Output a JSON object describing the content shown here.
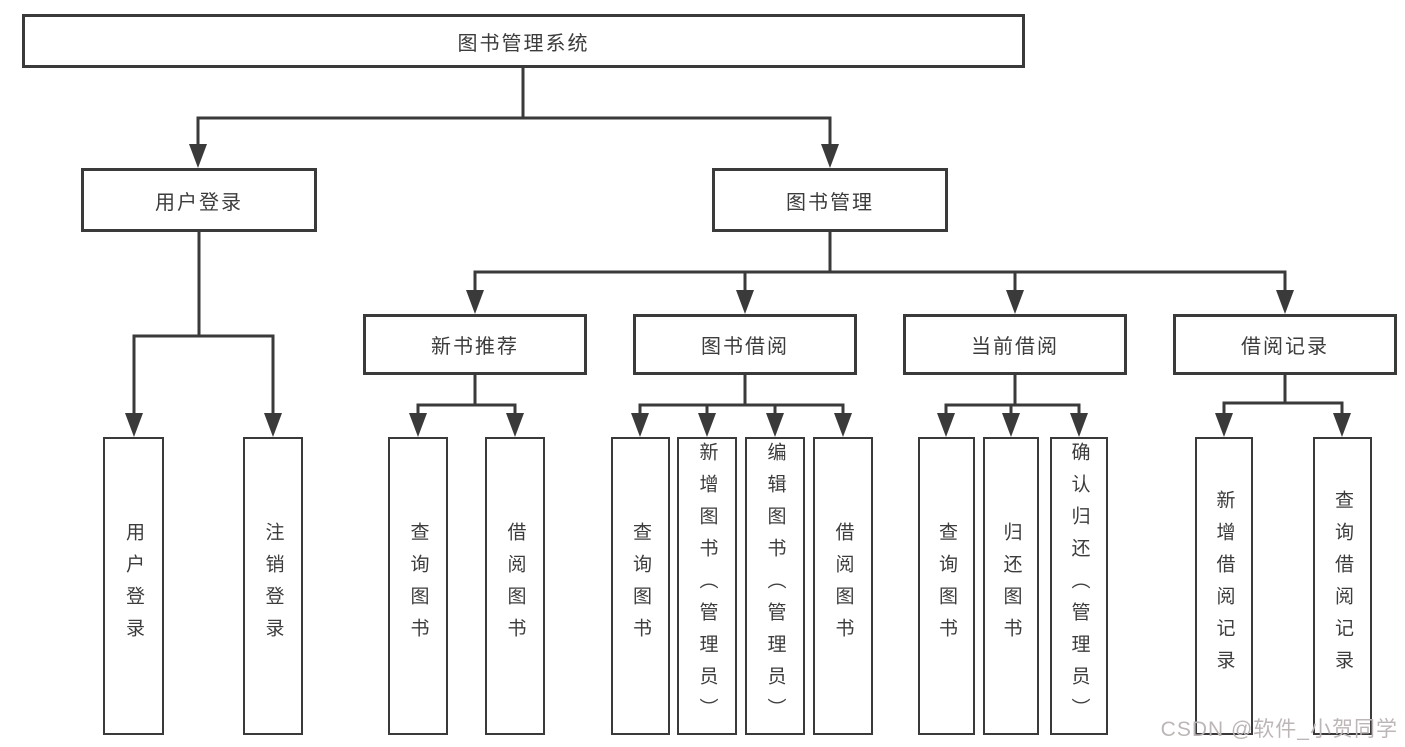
{
  "title": "图书管理系统",
  "level2": {
    "user_login": "用户登录",
    "book_management": "图书管理"
  },
  "level3": {
    "new_books": "新书推荐",
    "book_borrow": "图书借阅",
    "current_borrow": "当前借阅",
    "borrow_records": "借阅记录"
  },
  "leaves": {
    "user_login": [
      "用户登录",
      "注销登录"
    ],
    "new_books": [
      "查询图书",
      "借阅图书"
    ],
    "book_borrow": [
      "查询图书",
      "新增图书（管理员）",
      "编辑图书（管理员）",
      "借阅图书"
    ],
    "current_borrow": [
      "查询图书",
      "归还图书",
      "确认归还（管理员）"
    ],
    "borrow_records": [
      "新增借阅记录",
      "查询借阅记录"
    ]
  },
  "watermark": "CSDN @软件_小贺同学",
  "colors": {
    "line": "#3a3a3a",
    "box_border": "#3a3a3a",
    "text": "#3c3c3c",
    "watermark": "#bdb6b6",
    "background": "#ffffff"
  }
}
